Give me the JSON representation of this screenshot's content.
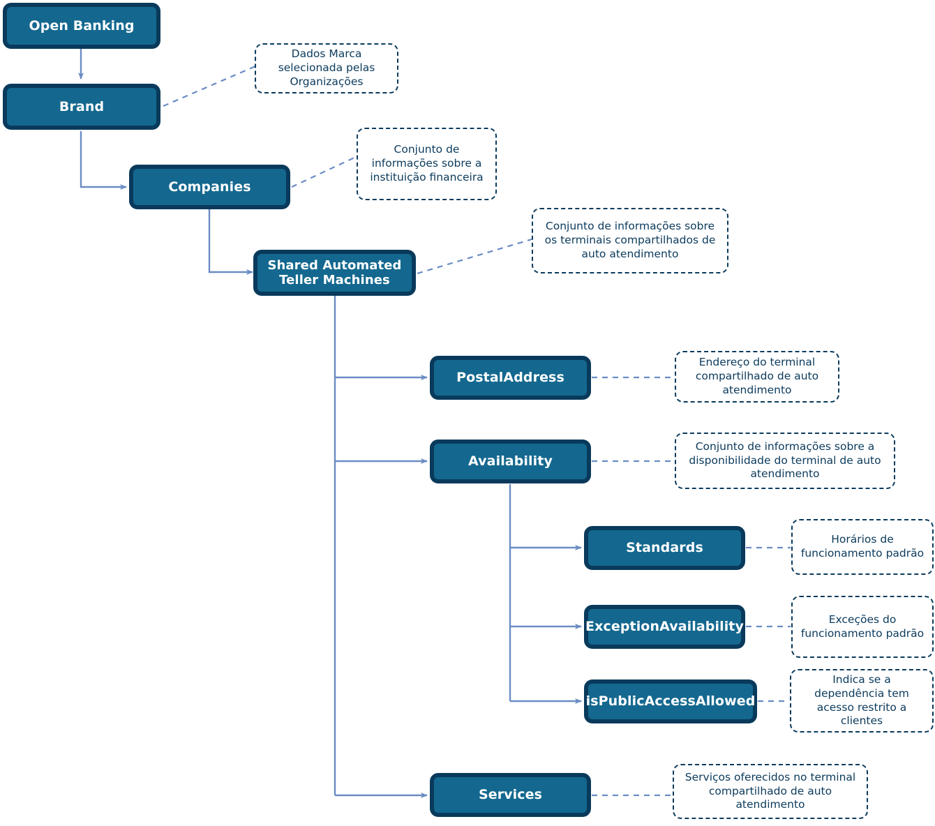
{
  "diagram": {
    "title": "Open Banking - Shared Automated Teller Machines data structure",
    "colors": {
      "node_fill": "#14688f",
      "node_border": "#093a5b",
      "node_text": "#ffffff",
      "note_border": "#0b3a5c",
      "note_text": "#0b3a5c",
      "connector_solid": "#6a8cc4",
      "connector_dashed": "#6a8cc4",
      "background": "#ffffff"
    },
    "nodes": [
      {
        "id": "open-banking",
        "label": "Open Banking"
      },
      {
        "id": "brand",
        "label": "Brand"
      },
      {
        "id": "companies",
        "label": "Companies"
      },
      {
        "id": "shared-atm",
        "label": "Shared Automated Teller Machines",
        "line1": "Shared Automated",
        "line2": "Teller Machines"
      },
      {
        "id": "postal-address",
        "label": "PostalAddress"
      },
      {
        "id": "availability",
        "label": "Availability"
      },
      {
        "id": "standards",
        "label": "Standards"
      },
      {
        "id": "exception-availability",
        "label": "ExceptionAvailability"
      },
      {
        "id": "is-public-access-allowed",
        "label": "isPublicAccessAllowed"
      },
      {
        "id": "services",
        "label": "Services"
      }
    ],
    "notes": [
      {
        "id": "note-brand",
        "for": "brand",
        "text": "Dados Marca selecionada pelas Organizações"
      },
      {
        "id": "note-companies",
        "for": "companies",
        "text": "Conjunto de informações sobre a instituição financeira"
      },
      {
        "id": "note-shared-atm",
        "for": "shared-atm",
        "text": "Conjunto de informações sobre os terminais compartilhados de auto atendimento"
      },
      {
        "id": "note-postal-address",
        "for": "postal-address",
        "text": "Endereço do terminal compartilhado de auto atendimento"
      },
      {
        "id": "note-availability",
        "for": "availability",
        "text": "Conjunto de informações sobre a disponibilidade do terminal de auto atendimento"
      },
      {
        "id": "note-standards",
        "for": "standards",
        "text": "Horários de funcionamento padrão"
      },
      {
        "id": "note-exception-availability",
        "for": "exception-availability",
        "text": "Exceções do funcionamento padrão"
      },
      {
        "id": "note-is-public-access",
        "for": "is-public-access-allowed",
        "text": "Indica se a dependência tem acesso restrito a clientes"
      },
      {
        "id": "note-services",
        "for": "services",
        "text": "Serviços oferecidos no terminal compartilhado de auto atendimento"
      }
    ],
    "edges": [
      {
        "from": "open-banking",
        "to": "brand",
        "style": "solid"
      },
      {
        "from": "brand",
        "to": "companies",
        "style": "solid"
      },
      {
        "from": "companies",
        "to": "shared-atm",
        "style": "solid"
      },
      {
        "from": "shared-atm",
        "to": "postal-address",
        "style": "solid"
      },
      {
        "from": "shared-atm",
        "to": "availability",
        "style": "solid"
      },
      {
        "from": "shared-atm",
        "to": "services",
        "style": "solid"
      },
      {
        "from": "availability",
        "to": "standards",
        "style": "solid"
      },
      {
        "from": "availability",
        "to": "exception-availability",
        "style": "solid"
      },
      {
        "from": "availability",
        "to": "is-public-access-allowed",
        "style": "solid"
      }
    ]
  }
}
